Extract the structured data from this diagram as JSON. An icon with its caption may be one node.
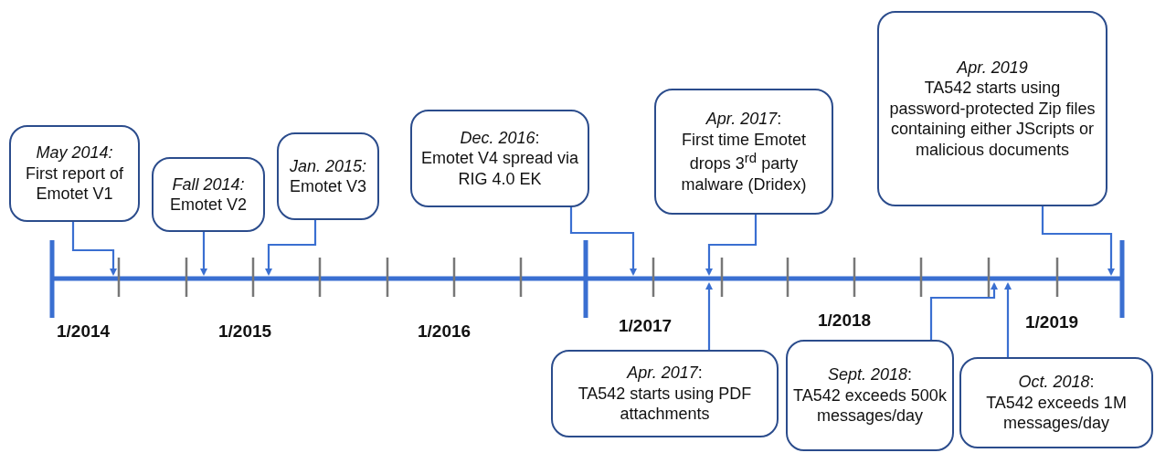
{
  "diagram": {
    "nodes": [
      {
        "text": [
          "*May 2014:*",
          "First report of Emotet V1"
        ]
      },
      {
        "text": [
          "*Fall 2014:*",
          "Emotet V2"
        ]
      },
      {
        "text": [
          "*Jan. 2015:*",
          "Emotet V3"
        ]
      },
      {
        "text": [
          "*Dec. 2016*:",
          "Emotet V4 spread via RIG 4.0 EK"
        ]
      },
      {
        "text": [
          "*Apr. 2017*:",
          "First time Emotet drops 3$^{rd}$ party malware (Dridex)"
        ]
      },
      {
        "text": [
          "*Apr. 2019*",
          "TA542 starts using password-protected Zip files containing either JScripts or malicious documents"
        ]
      },
      {
        "text": [
          "*Apr. 2017*:",
          "TA542 starts using PDF attachments"
        ]
      },
      {
        "text": [
          "*Sept. 2018*:",
          "TA542 exceeds 500k messages/day"
        ]
      },
      {
        "text": [
          "*Oct. 2018*:",
          "TA542 exceeds 1M messages/day"
        ]
      }
    ],
    "edges": [
      {
        "from": 0,
        "to": null,
        "arrow": "to"
      },
      {
        "from": 1,
        "to": null,
        "arrow": "to"
      },
      {
        "from": 2,
        "to": null,
        "arrow": "to"
      },
      {
        "from": 3,
        "to": null,
        "arrow": "to"
      },
      {
        "from": 4,
        "to": null,
        "arrow": "to"
      },
      {
        "from": 5,
        "to": null,
        "arrow": "to"
      },
      {
        "from": 6,
        "to": null,
        "arrow": "to"
      },
      {
        "from": 7,
        "to": null,
        "arrow": "to"
      },
      {
        "from": 8,
        "to": null,
        "arrow": "to"
      }
    ],
    "labels": [
      "1/2014",
      "1/2015",
      "1/2016",
      "1/2017",
      "1/2018",
      "1/2019"
    ]
  }
}
